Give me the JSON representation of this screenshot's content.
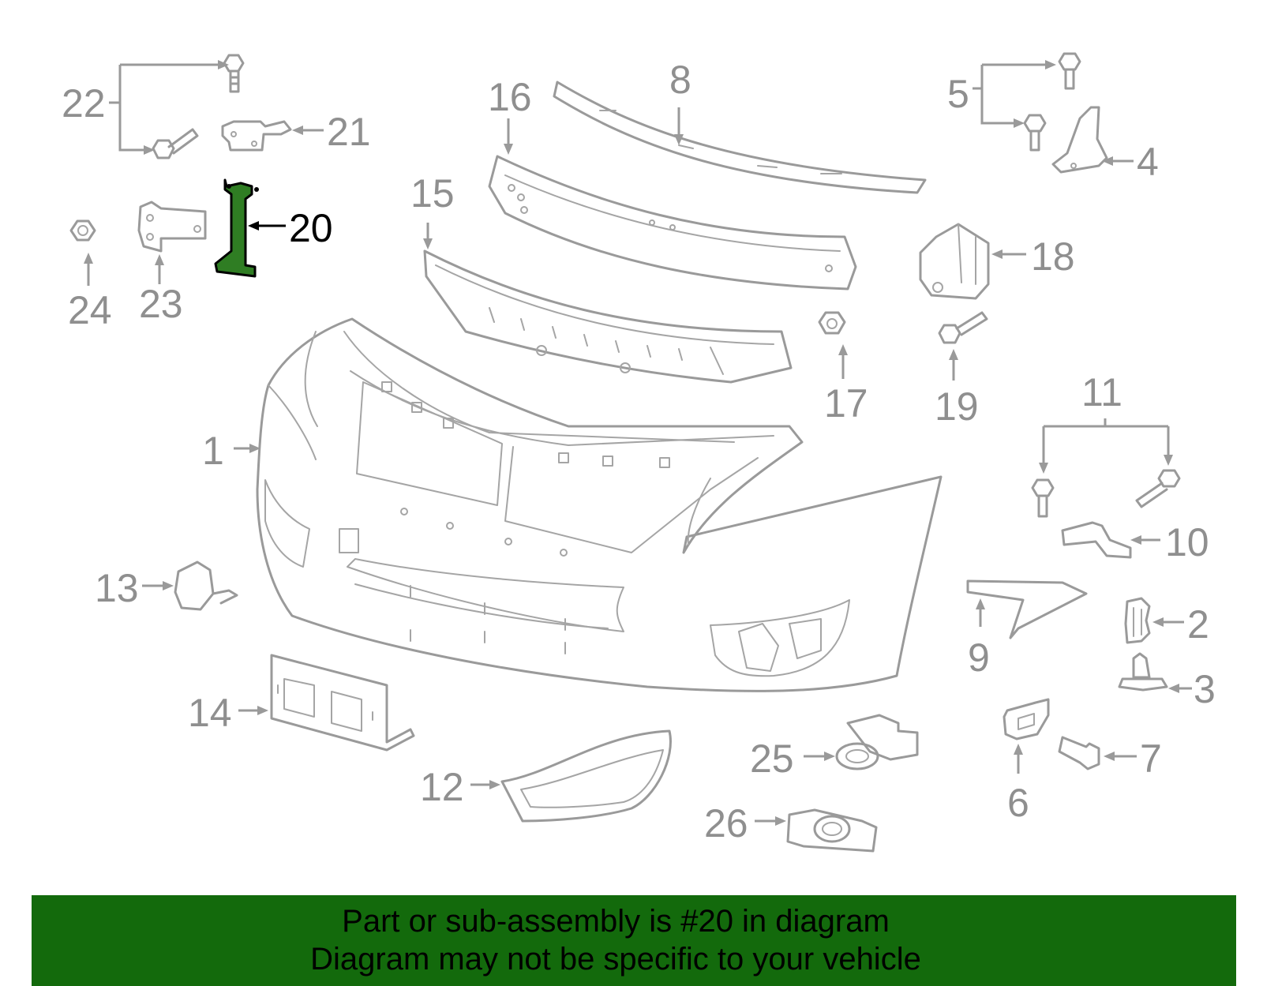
{
  "callouts": {
    "c1": "1",
    "c2": "2",
    "c3": "3",
    "c4": "4",
    "c5": "5",
    "c6": "6",
    "c7": "7",
    "c8": "8",
    "c9": "9",
    "c10": "10",
    "c11": "11",
    "c12": "12",
    "c13": "13",
    "c14": "14",
    "c15": "15",
    "c16": "16",
    "c17": "17",
    "c18": "18",
    "c19": "19",
    "c20": "20",
    "c21": "21",
    "c22": "22",
    "c23": "23",
    "c24": "24",
    "c25": "25",
    "c26": "26"
  },
  "highlight": {
    "part_number": "20",
    "color": "#2f7d23"
  },
  "banner": {
    "line1": "Part or sub-assembly is #20 in diagram",
    "line2": "Diagram may not be specific to your vehicle",
    "background": "#136a0c"
  }
}
